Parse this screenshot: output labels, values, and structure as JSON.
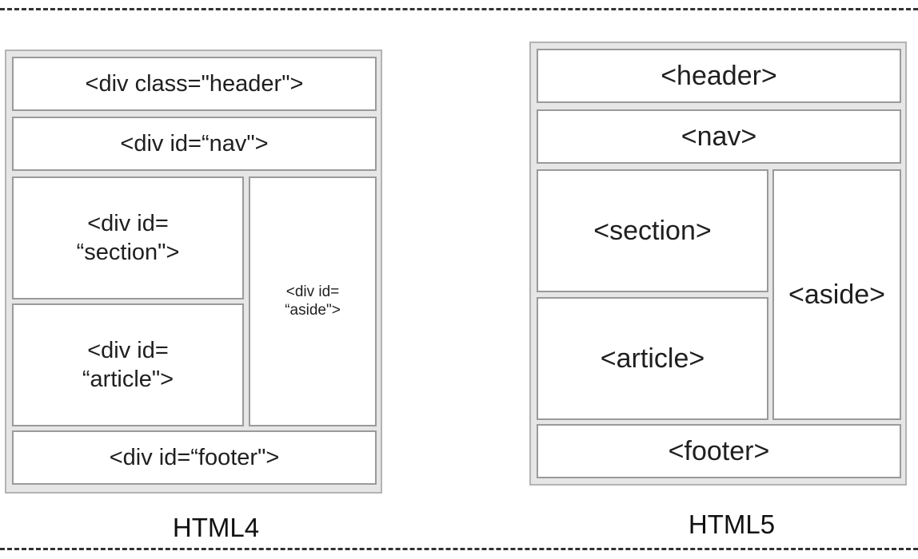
{
  "html4": {
    "caption": "HTML4",
    "header": "<div class=\"header\">",
    "nav": "<div id=“nav\">",
    "section": "<div id=\n“section\">",
    "article": "<div id=\n“article\">",
    "aside": "<div id=\n“aside\">",
    "footer": "<div id=“footer\">"
  },
  "html5": {
    "caption": "HTML5",
    "header": "<header>",
    "nav": "<nav>",
    "section": "<section>",
    "article": "<article>",
    "aside": "<aside>",
    "footer": "<footer>"
  },
  "colors": {
    "frame_background": "#e6e6e6",
    "box_border": "#9a9a9a",
    "dashed_line": "#333333"
  }
}
